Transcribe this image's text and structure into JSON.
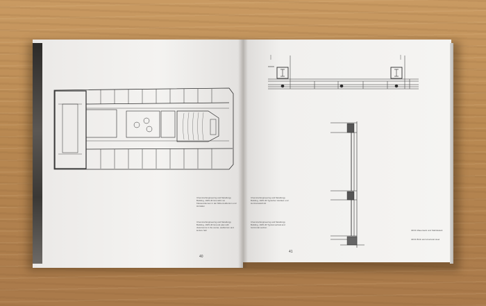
{
  "scene": {
    "description_colors": {
      "wood": "#b98c55",
      "paper": "#f2f0ee",
      "ink": "#333333"
    }
  },
  "left_page": {
    "page_number": "40",
    "caption_1": "Chemical Engineering and Metallurgy Building, 1945-46 Grundriß mit Klassenräumen in der Mitte Auditorium und Hörsälen",
    "caption_2": "Chemical Engineering and Metallurgy Building, 1945-46 Ground plan with classrooms in the center, auditorium and lecture hall"
  },
  "right_page": {
    "page_number": "41",
    "caption_1": "Chemical Engineering and Metallurgy Building, 1945-46 Typischer Vertikal- und Horizontalschnitt",
    "caption_2": "Chemical Engineering and Metallurgy Building, 1945-46 Typical vertical and horizontal section",
    "caption_3": "40/41 Mauerwerk und Stahlskelett",
    "caption_4": "40/41 Brick and structural steel"
  }
}
